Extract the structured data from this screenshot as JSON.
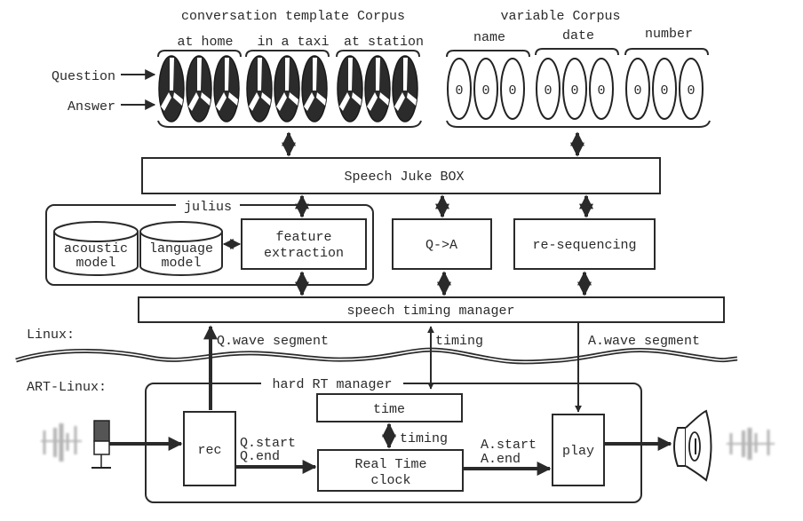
{
  "corpora": {
    "conversation": {
      "title": "conversation template Corpus",
      "groups": [
        "at home",
        "in a taxi",
        "at station"
      ],
      "row_labels": {
        "question": "Question",
        "answer": "Answer"
      },
      "discs_per_group": 3
    },
    "variable": {
      "title": "variable Corpus",
      "groups": [
        "name",
        "date",
        "number"
      ],
      "disc_glyph": "0",
      "discs_per_group": 3
    }
  },
  "modules": {
    "juke_box": "Speech Juke BOX",
    "julius": {
      "title": "julius",
      "acoustic_model": [
        "acoustic",
        "model"
      ],
      "language_model": [
        "language",
        "model"
      ],
      "feature_extraction": [
        "feature",
        "extraction"
      ]
    },
    "q_to_a": "Q->A",
    "resequencing": "re-sequencing",
    "timing_manager": "speech timing manager",
    "hard_rt": {
      "title": "hard RT manager",
      "time": "time",
      "clock": [
        "Real Time",
        "clock"
      ],
      "rec": "rec",
      "play": "play"
    }
  },
  "layers": {
    "linux": "Linux:",
    "art_linux": "ART-Linux:"
  },
  "signals": {
    "q_wave": "Q.wave segment",
    "timing_top": "timing",
    "a_wave": "A.wave segment",
    "timing_inner": "timing",
    "q_start": "Q.start",
    "q_end": "Q.end",
    "a_start": "A.start",
    "a_end": "A.end"
  },
  "icons": {
    "input": "microphone-icon",
    "output": "speaker-icon",
    "waveform": "waveform-icon"
  }
}
